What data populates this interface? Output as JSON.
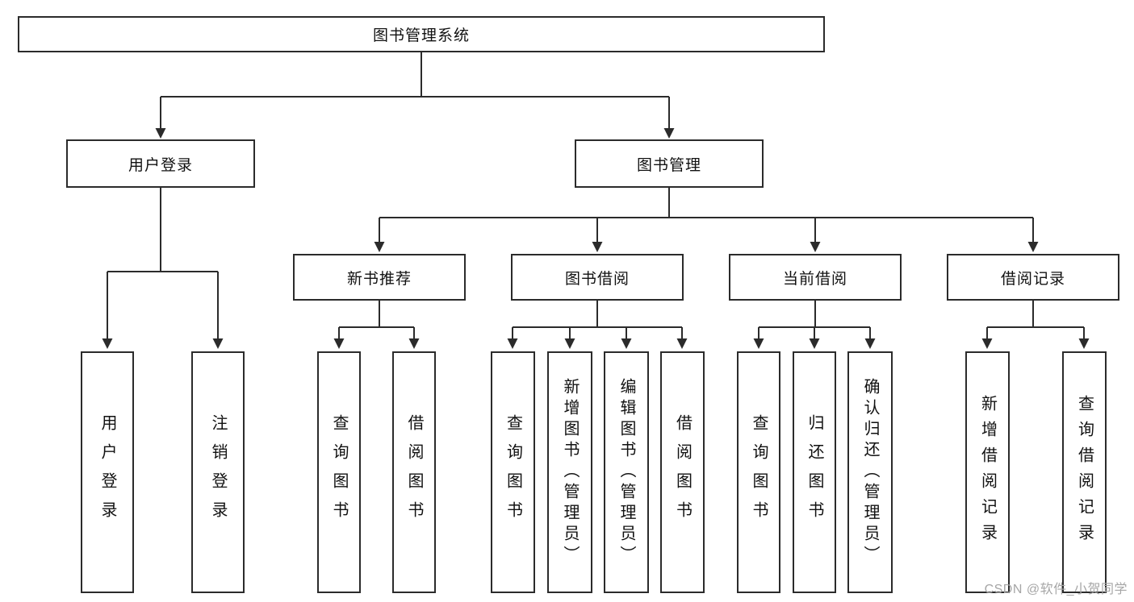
{
  "page": {
    "watermark": "CSDN @软件_小贺同学"
  },
  "tree": {
    "root": {
      "label": "图书管理系统"
    },
    "children": [
      {
        "label": "用户登录",
        "children": [
          {
            "label": "用户登录"
          },
          {
            "label": "注销登录"
          }
        ]
      },
      {
        "label": "图书管理",
        "children": [
          {
            "label": "新书推荐",
            "children": [
              {
                "label": "查询图书"
              },
              {
                "label": "借阅图书"
              }
            ]
          },
          {
            "label": "图书借阅",
            "children": [
              {
                "label": "查询图书"
              },
              {
                "label": "新增图书（管理员）"
              },
              {
                "label": "编辑图书（管理员）"
              },
              {
                "label": "借阅图书"
              }
            ]
          },
          {
            "label": "当前借阅",
            "children": [
              {
                "label": "查询图书"
              },
              {
                "label": "归还图书"
              },
              {
                "label": "确认归还（管理员）"
              }
            ]
          },
          {
            "label": "借阅记录",
            "children": [
              {
                "label": "新增借阅记录"
              },
              {
                "label": "查询借阅记录"
              }
            ]
          }
        ]
      }
    ]
  }
}
